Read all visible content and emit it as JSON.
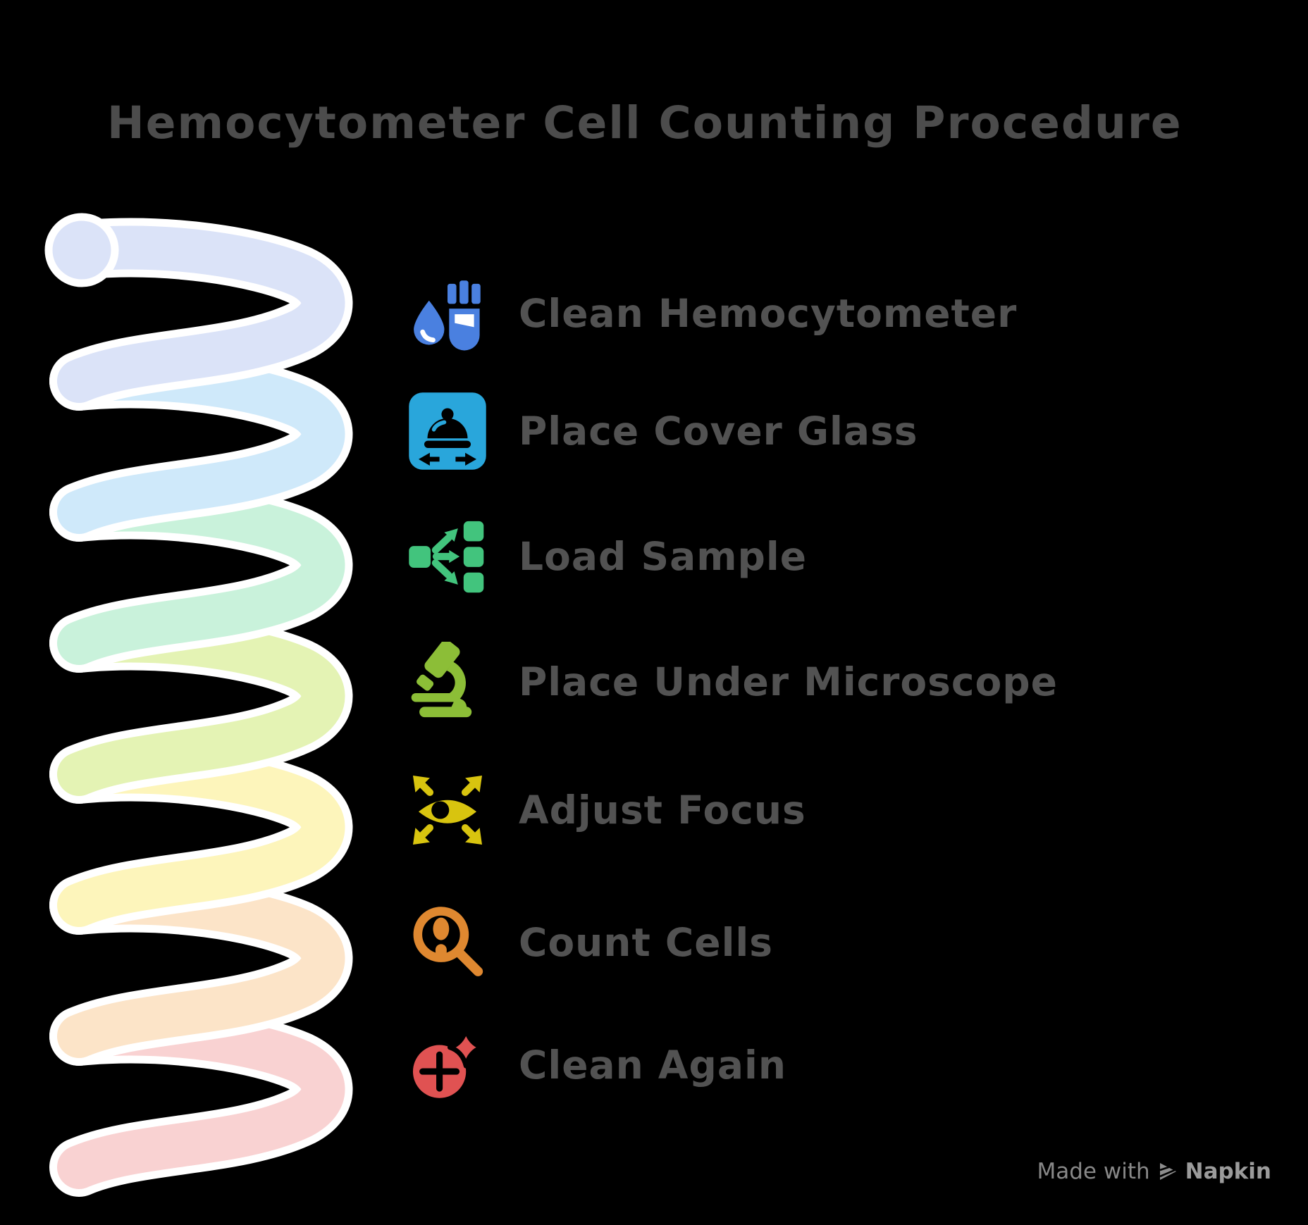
{
  "title": "Hemocytometer Cell Counting Procedure",
  "steps": [
    {
      "label": "Clean Hemocytometer",
      "icon": "droplet-testtube",
      "icon_color": "#4a80e0",
      "spiral_color": "#dbe3f8"
    },
    {
      "label": "Place Cover Glass",
      "icon": "cover-glass",
      "icon_color": "#29a6db",
      "spiral_color": "#cfe9fa"
    },
    {
      "label": "Load Sample",
      "icon": "load-sample",
      "icon_color": "#42c47d",
      "spiral_color": "#c9f2db"
    },
    {
      "label": "Place Under Microscope",
      "icon": "microscope",
      "icon_color": "#8cbe37",
      "spiral_color": "#e4f3b4"
    },
    {
      "label": "Adjust Focus",
      "icon": "adjust-focus",
      "icon_color": "#d8c40f",
      "spiral_color": "#fdf5bb"
    },
    {
      "label": "Count Cells",
      "icon": "count-cells",
      "icon_color": "#df8830",
      "spiral_color": "#fce4c8"
    },
    {
      "label": "Clean Again",
      "icon": "clean-again",
      "icon_color": "#e05252",
      "spiral_color": "#f9d2d2"
    }
  ],
  "watermark": {
    "made_with": "Made with",
    "brand": "Napkin"
  },
  "canvas": {
    "background": "#000000",
    "title_color": "#4c4c4c",
    "label_color": "#525252",
    "spiral_outline": "#ffffff"
  }
}
